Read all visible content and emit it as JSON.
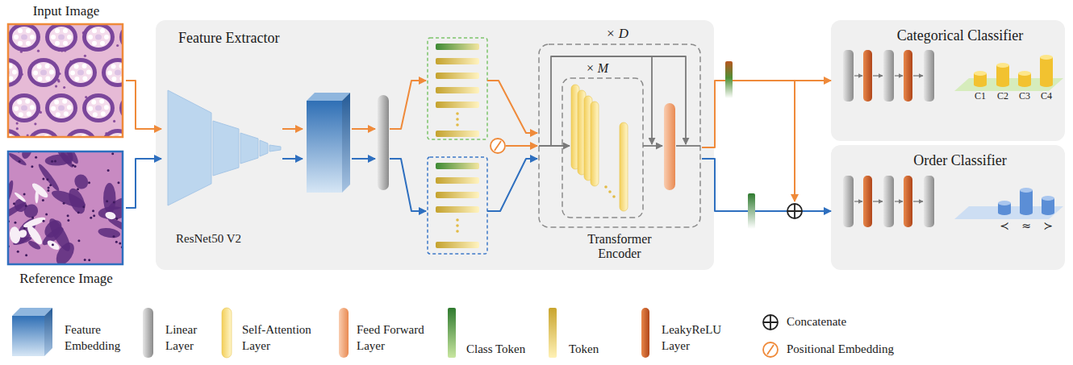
{
  "diagram": {
    "nodes": [
      {
        "text": [
          "Input Image"
        ]
      },
      {
        "text": [
          "Reference Image"
        ]
      },
      {
        "text": [
          "Feature Extractor"
        ]
      },
      {
        "text": [
          "ResNet50 V2"
        ],
        "in": 2
      },
      {
        "text": [
          "Transformer Encoder"
        ],
        "in": 2
      },
      {
        "text": [
          "Categorical Classifier"
        ]
      },
      {
        "text": [
          "Order Classifier"
        ]
      }
    ],
    "edges": [
      {
        "from": 0,
        "to": 3,
        "arrow": "to"
      },
      {
        "from": 1,
        "to": 3,
        "arrow": "to"
      },
      {
        "from": 4,
        "to": 5,
        "arrow": "to"
      },
      {
        "from": 4,
        "to": 6,
        "arrow": "to"
      }
    ],
    "labels": [
      "× D",
      "× M",
      "C1",
      "C2",
      "C3",
      "C4",
      "≺",
      "≈",
      "≻"
    ],
    "legend": [
      {
        "text": "Feature Embedding"
      },
      {
        "text": "Linear Layer"
      },
      {
        "text": "Self-Attention Layer"
      },
      {
        "text": "Feed Forward Layer"
      },
      {
        "text": "Class Token"
      },
      {
        "text": "Token"
      },
      {
        "text": "LeakyReLU Layer"
      },
      {
        "text": "Concatenate"
      },
      {
        "text": "Positional Embedding"
      }
    ]
  }
}
